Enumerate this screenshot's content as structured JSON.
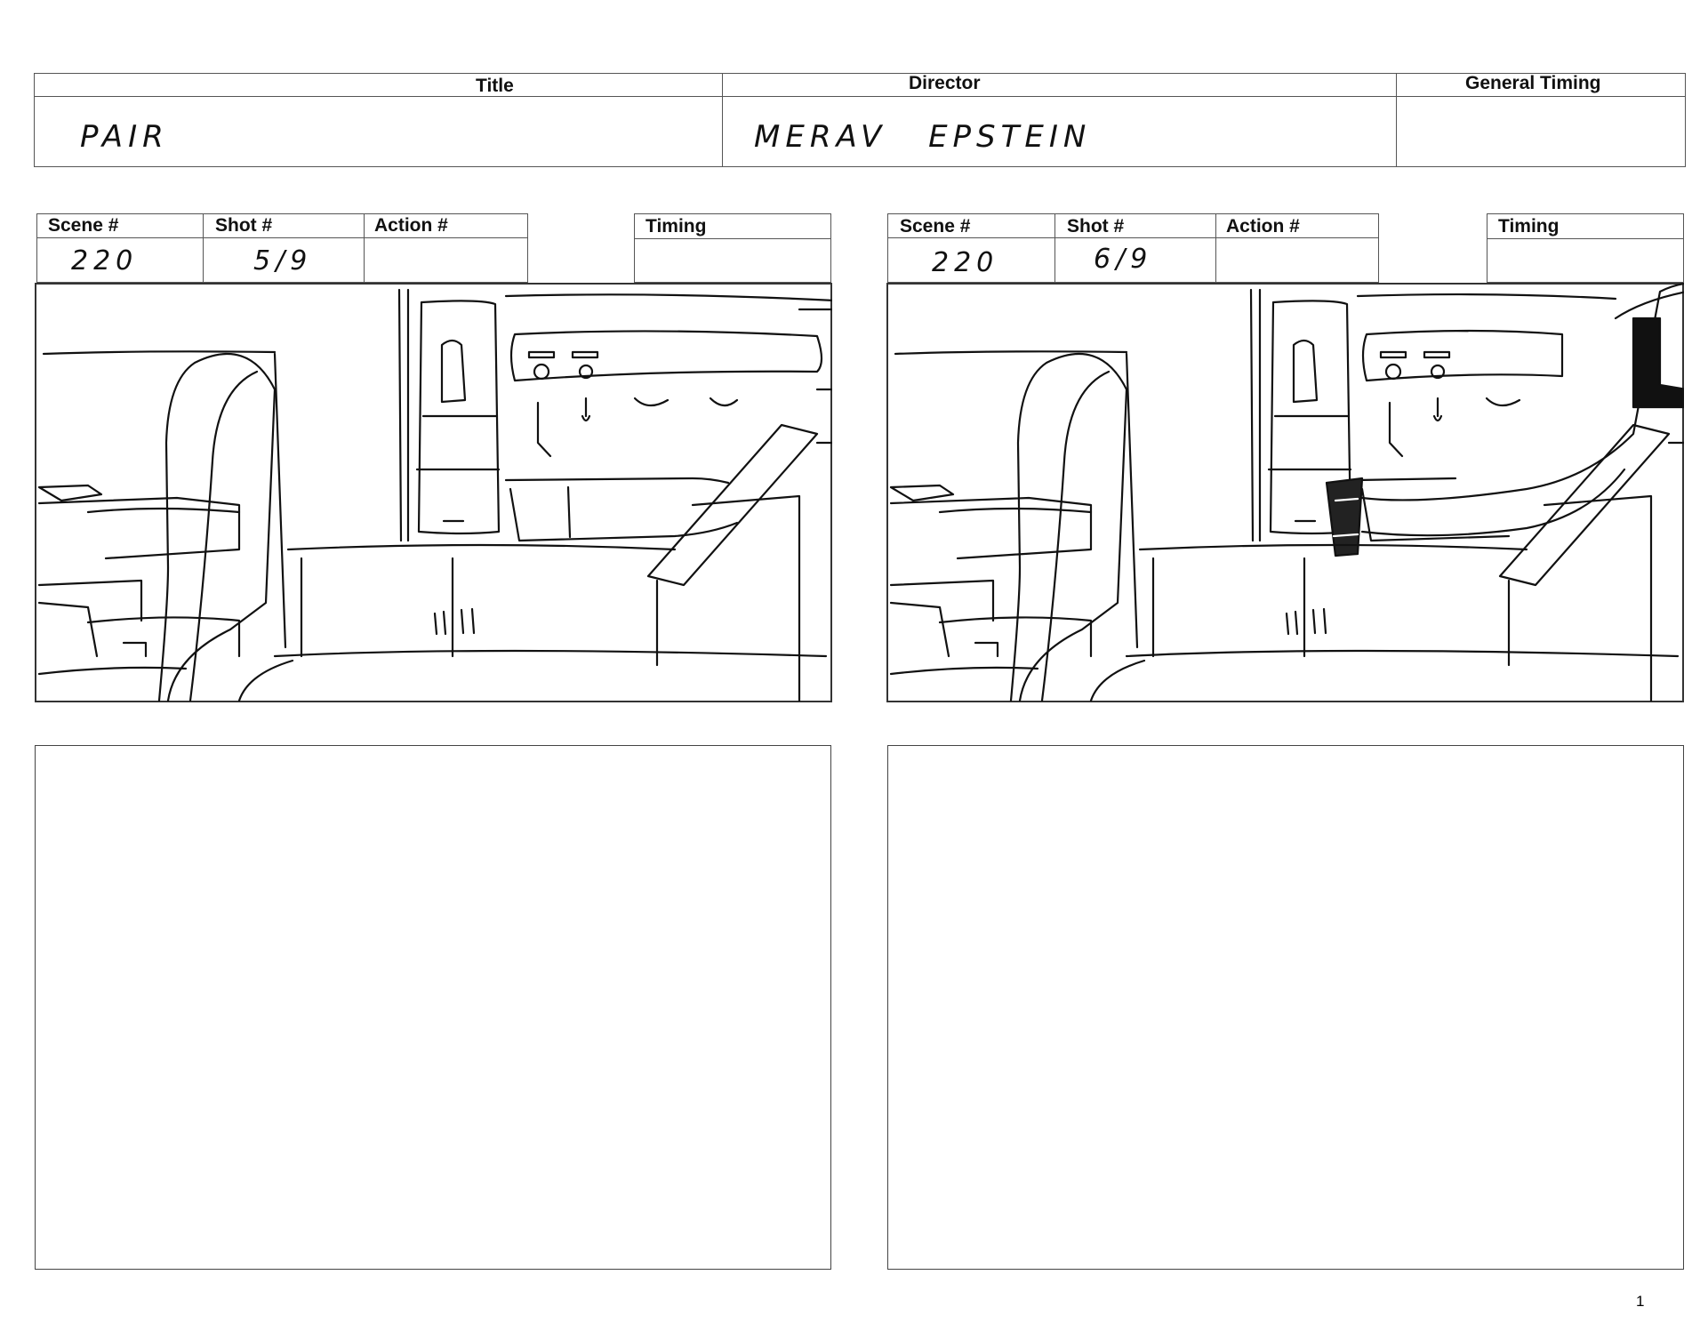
{
  "header": {
    "title_label": "Title",
    "title_value": "PAIR",
    "director_label": "Director",
    "director_value": "MERAV EPSTEIN",
    "general_timing_label": "General Timing",
    "general_timing_value": ""
  },
  "panels": [
    {
      "scene_label": "Scene #",
      "scene_value": "220",
      "shot_label": "Shot #",
      "shot_value": "5/9",
      "action_label": "Action #",
      "action_value": "",
      "timing_label": "Timing",
      "timing_value": ""
    },
    {
      "scene_label": "Scene #",
      "scene_value": "220",
      "shot_label": "Shot #",
      "shot_value": "6/9",
      "action_label": "Action #",
      "action_value": "",
      "timing_label": "Timing",
      "timing_value": ""
    }
  ],
  "page_number": "1"
}
